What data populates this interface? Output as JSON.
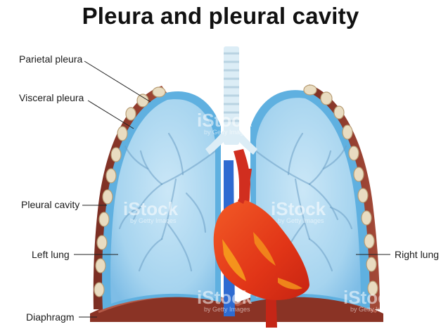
{
  "title": "Pleura and pleural cavity",
  "labels": {
    "parietal_pleura": "Parietal pleura",
    "visceral_pleura": "Visceral pleura",
    "pleural_cavity": "Pleural cavity",
    "left_lung": "Left lung",
    "right_lung": "Right lung",
    "diaphragm": "Diaphragm"
  },
  "watermark": {
    "brand": "iStock",
    "credit": "by Getty Images"
  },
  "colors": {
    "lung_fill": "#a9d6f0",
    "pleura_edge": "#5aa9dc",
    "chest_wall": "#8e3b2c",
    "rib": "#e6d8bc",
    "heart": "#e43a18",
    "trachea": "#dceef7",
    "aorta_blue": "#2f6fd0",
    "aorta_red": "#c92a1c"
  }
}
